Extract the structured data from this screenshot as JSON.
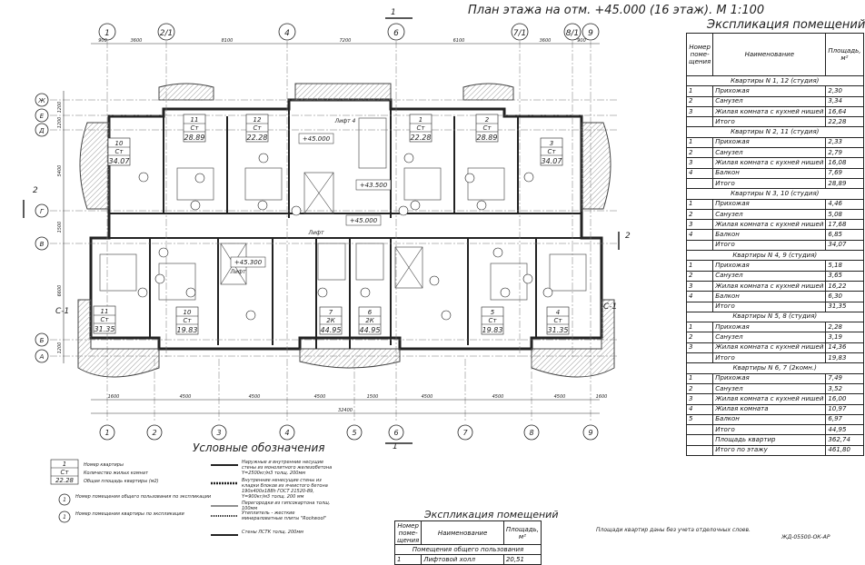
{
  "title": "План этажа на отм. +45.000 (16 этаж). М 1:100",
  "axes": {
    "top": [
      "1",
      "2/1",
      "4",
      "6",
      "7/1",
      "8/1",
      "9"
    ],
    "bottom": [
      "1",
      "2",
      "3",
      "4",
      "5",
      "6",
      "7",
      "8",
      "9"
    ],
    "left": [
      "Ж",
      "Е",
      "Д",
      "Г",
      "В",
      "Б",
      "А"
    ],
    "section_marks": [
      "1",
      "1",
      "2",
      "2",
      "С-1",
      "С-1"
    ]
  },
  "dimensions": {
    "top": [
      "900",
      "3600",
      "8100",
      "7200",
      "6100",
      "3600",
      "900"
    ],
    "bottom": [
      "1600",
      "4500",
      "4500",
      "4500",
      "1500",
      "4500",
      "4500",
      "4500",
      "1600"
    ],
    "bottom_total": "32400",
    "left": [
      "1200",
      "1200",
      "5400",
      "1500",
      "6600",
      "1200"
    ]
  },
  "levels": [
    "+45.000",
    "+45.000",
    "+43.500",
    "+45.300"
  ],
  "elements": [
    "Лифт 4",
    "Лифт",
    "Лифт"
  ],
  "apartments": [
    {
      "num": "10",
      "type": "Ст",
      "area": "34.07"
    },
    {
      "num": "11",
      "type": "Ст",
      "area": "28.89"
    },
    {
      "num": "12",
      "type": "Ст",
      "area": "22.28"
    },
    {
      "num": "1",
      "type": "Ст",
      "area": "22.28"
    },
    {
      "num": "2",
      "type": "Ст",
      "area": "28.89"
    },
    {
      "num": "3",
      "type": "Ст",
      "area": "34.07"
    },
    {
      "num": "11",
      "type": "Ст",
      "area": "31.35"
    },
    {
      "num": "10",
      "type": "Ст",
      "area": "19.83"
    },
    {
      "num": "7",
      "type": "2К",
      "area": "44.95"
    },
    {
      "num": "6",
      "type": "2К",
      "area": "44.95"
    },
    {
      "num": "5",
      "type": "Ст",
      "area": "19.83"
    },
    {
      "num": "4",
      "type": "Ст",
      "area": "31.35"
    }
  ],
  "explication": {
    "title": "Экспликация помещений",
    "headers": {
      "num": "Номер поме-щения",
      "name": "Наименование",
      "area": "Площадь, м²"
    },
    "rows": [
      {
        "kind": "section",
        "name": "Квартиры N 1, 12 (студия)"
      },
      {
        "num": "1",
        "name": "Прихожая",
        "area": "2,30"
      },
      {
        "num": "2",
        "name": "Санузел",
        "area": "3,34"
      },
      {
        "num": "3",
        "name": "Жилая комната с кухней нишей",
        "area": "16,64"
      },
      {
        "num": "",
        "name": "Итого",
        "area": "22,28"
      },
      {
        "kind": "section",
        "name": "Квартиры N 2, 11 (студия)"
      },
      {
        "num": "1",
        "name": "Прихожая",
        "area": "2,33"
      },
      {
        "num": "2",
        "name": "Санузел",
        "area": "2,79"
      },
      {
        "num": "3",
        "name": "Жилая комната с кухней нишей",
        "area": "16,08"
      },
      {
        "num": "4",
        "name": "Балкон",
        "area": "7,69"
      },
      {
        "num": "",
        "name": "Итого",
        "area": "28,89"
      },
      {
        "kind": "section",
        "name": "Квартиры N 3, 10 (студия)"
      },
      {
        "num": "1",
        "name": "Прихожая",
        "area": "4,46"
      },
      {
        "num": "2",
        "name": "Санузел",
        "area": "5,08"
      },
      {
        "num": "3",
        "name": "Жилая комната с кухней нишей",
        "area": "17,68"
      },
      {
        "num": "4",
        "name": "Балкон",
        "area": "6,85"
      },
      {
        "num": "",
        "name": "Итого",
        "area": "34,07"
      },
      {
        "kind": "section",
        "name": "Квартиры N 4, 9 (студия)"
      },
      {
        "num": "1",
        "name": "Прихожая",
        "area": "5,18"
      },
      {
        "num": "2",
        "name": "Санузел",
        "area": "3,65"
      },
      {
        "num": "3",
        "name": "Жилая комната с кухней нишей",
        "area": "16,22"
      },
      {
        "num": "4",
        "name": "Балкон",
        "area": "6,30"
      },
      {
        "num": "",
        "name": "Итого",
        "area": "31,35"
      },
      {
        "kind": "section",
        "name": "Квартиры N 5, 8 (студия)"
      },
      {
        "num": "1",
        "name": "Прихожая",
        "area": "2,28"
      },
      {
        "num": "2",
        "name": "Санузел",
        "area": "3,19"
      },
      {
        "num": "3",
        "name": "Жилая комната с кухней нишей",
        "area": "14,36"
      },
      {
        "num": "",
        "name": "Итого",
        "area": "19,83"
      },
      {
        "kind": "section",
        "name": "Квартиры N 6, 7 (2комн.)"
      },
      {
        "num": "1",
        "name": "Прихожая",
        "area": "7,49"
      },
      {
        "num": "2",
        "name": "Санузел",
        "area": "3,52"
      },
      {
        "num": "3",
        "name": "Жилая комната с кухней нишей",
        "area": "16,00"
      },
      {
        "num": "4",
        "name": "Жилая комната",
        "area": "10,97"
      },
      {
        "num": "5",
        "name": "Балкон",
        "area": "6,97"
      },
      {
        "num": "",
        "name": "Итого",
        "area": "44,95"
      },
      {
        "num": "",
        "name": "Площадь квартир",
        "area": "362,74"
      },
      {
        "num": "",
        "name": "Итого по этажу",
        "area": "461,80"
      }
    ]
  },
  "explication2": {
    "title": "Экспликация помещений",
    "headers": {
      "num": "Номер поме-щения",
      "name": "Наименование",
      "area": "Площадь, м²"
    },
    "rows": [
      {
        "kind": "section",
        "name": "Помещения общего пользования"
      },
      {
        "num": "1",
        "name": "Лифтовой холл",
        "area": "20,51"
      }
    ]
  },
  "legend": {
    "title": "Условные обозначения",
    "box_rows": [
      {
        "code": "1",
        "text": "Номер квартиры"
      },
      {
        "code": "Ст",
        "text": "Количество жилых комнат"
      },
      {
        "code": "22.28",
        "text": "Общая площадь квартиры (м2)"
      }
    ],
    "circle_items": [
      {
        "code": "1",
        "text": "Номер помещения общего пользования по экспликации"
      },
      {
        "code": "1",
        "text": "Номер помещения квартиры по экспликации"
      }
    ],
    "line_items": [
      "Наружные и внутренние несущие стены из монолитного железобетона Y=2500кг/м3 толщ. 200мм",
      "Внутренние ненесущие стены из кладки блоков из ячеистого бетона 190х400х188h ГОСТ 21520-89, Y=900кг/м3 толщ. 200 мм",
      "Перегородки из гипсокартона толщ. 100мм",
      "Утеплитель - жесткие минераловатные плиты \"Rockwool\"",
      "Стены ЛСТК толщ. 200мм"
    ]
  },
  "note": "Площади квартир даны без учета отделочных слоев.",
  "stamp": "ЖД-05500-ОК-АР"
}
